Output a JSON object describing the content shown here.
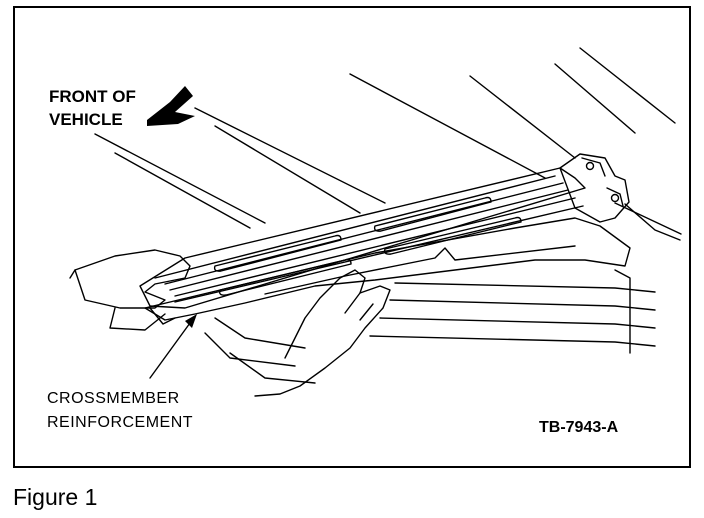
{
  "figure": {
    "front_label_line1": "FRONT OF",
    "front_label_line2": "VEHICLE",
    "part_label_line1": "CROSSMEMBER",
    "part_label_line2": "REINFORCEMENT",
    "reference_code": "TB-7943-A"
  },
  "caption": "Figure 1",
  "colors": {
    "ink": "#000000",
    "paper": "#ffffff"
  }
}
